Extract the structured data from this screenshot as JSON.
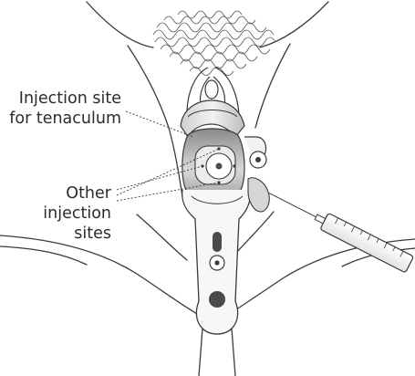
{
  "labels": {
    "tenaculum_site": {
      "line1": "Injection site",
      "line2": "for tenaculum"
    },
    "other_sites": {
      "line1": "Other",
      "line2": "injection",
      "line3": "sites"
    }
  },
  "colors": {
    "stroke": "#3a3a3a",
    "label_text": "#2b2b2b",
    "dark_fill": "#4a4a4a",
    "mid_fill": "#9a9a9a",
    "light_fill": "#d6d6d6",
    "hair": "#555555"
  },
  "icons": {
    "speculum": "speculum-icon",
    "syringe": "syringe-icon",
    "tenaculum": "tenaculum-icon",
    "cervix": "cervix-icon"
  }
}
